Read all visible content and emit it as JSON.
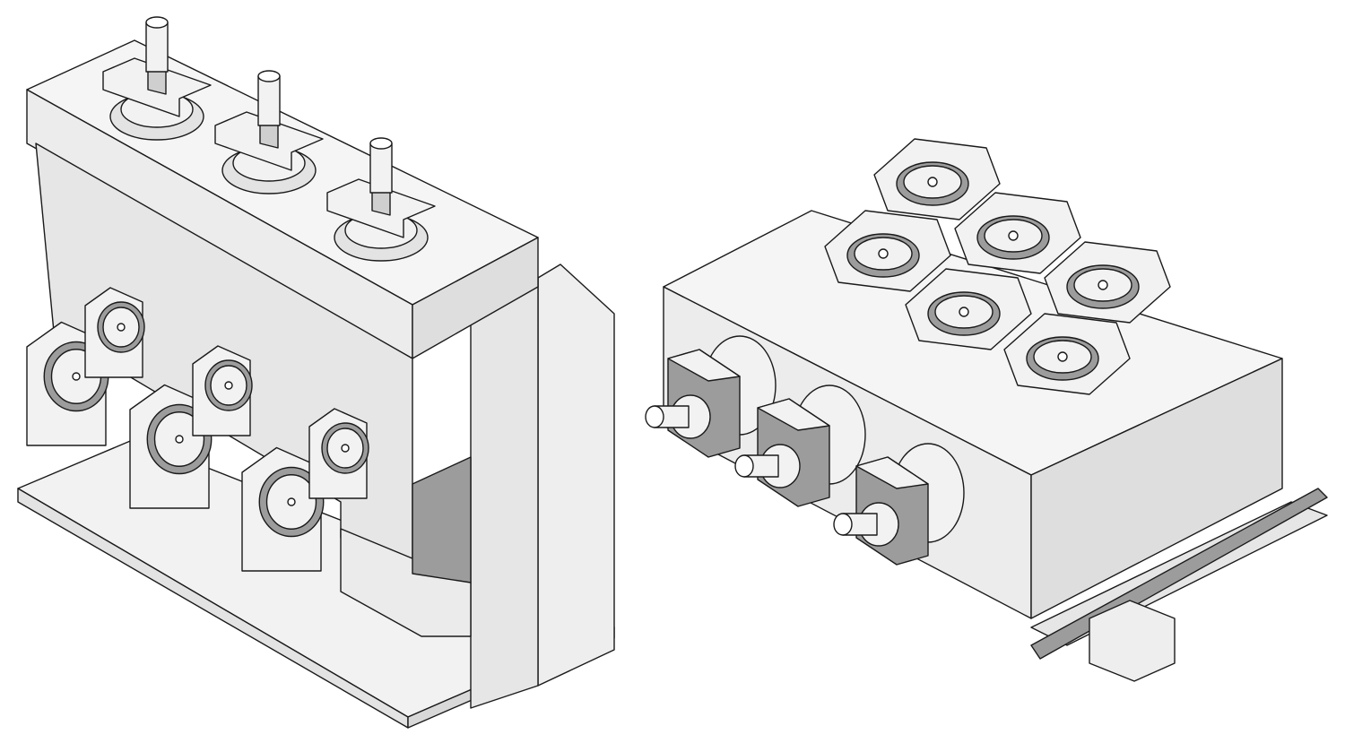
{
  "colors": {
    "light_face": "#f2f2f2",
    "mid_face": "#e3e3e3",
    "dark_face": "#cfcfcf",
    "shadow_face": "#9c9c9c",
    "outline": "#1a1a1a"
  },
  "left_assembly": {
    "top_rollers": 3,
    "front_rollers": 6
  },
  "right_assembly": {
    "top_rollers": 6,
    "front_shafts": 3
  }
}
